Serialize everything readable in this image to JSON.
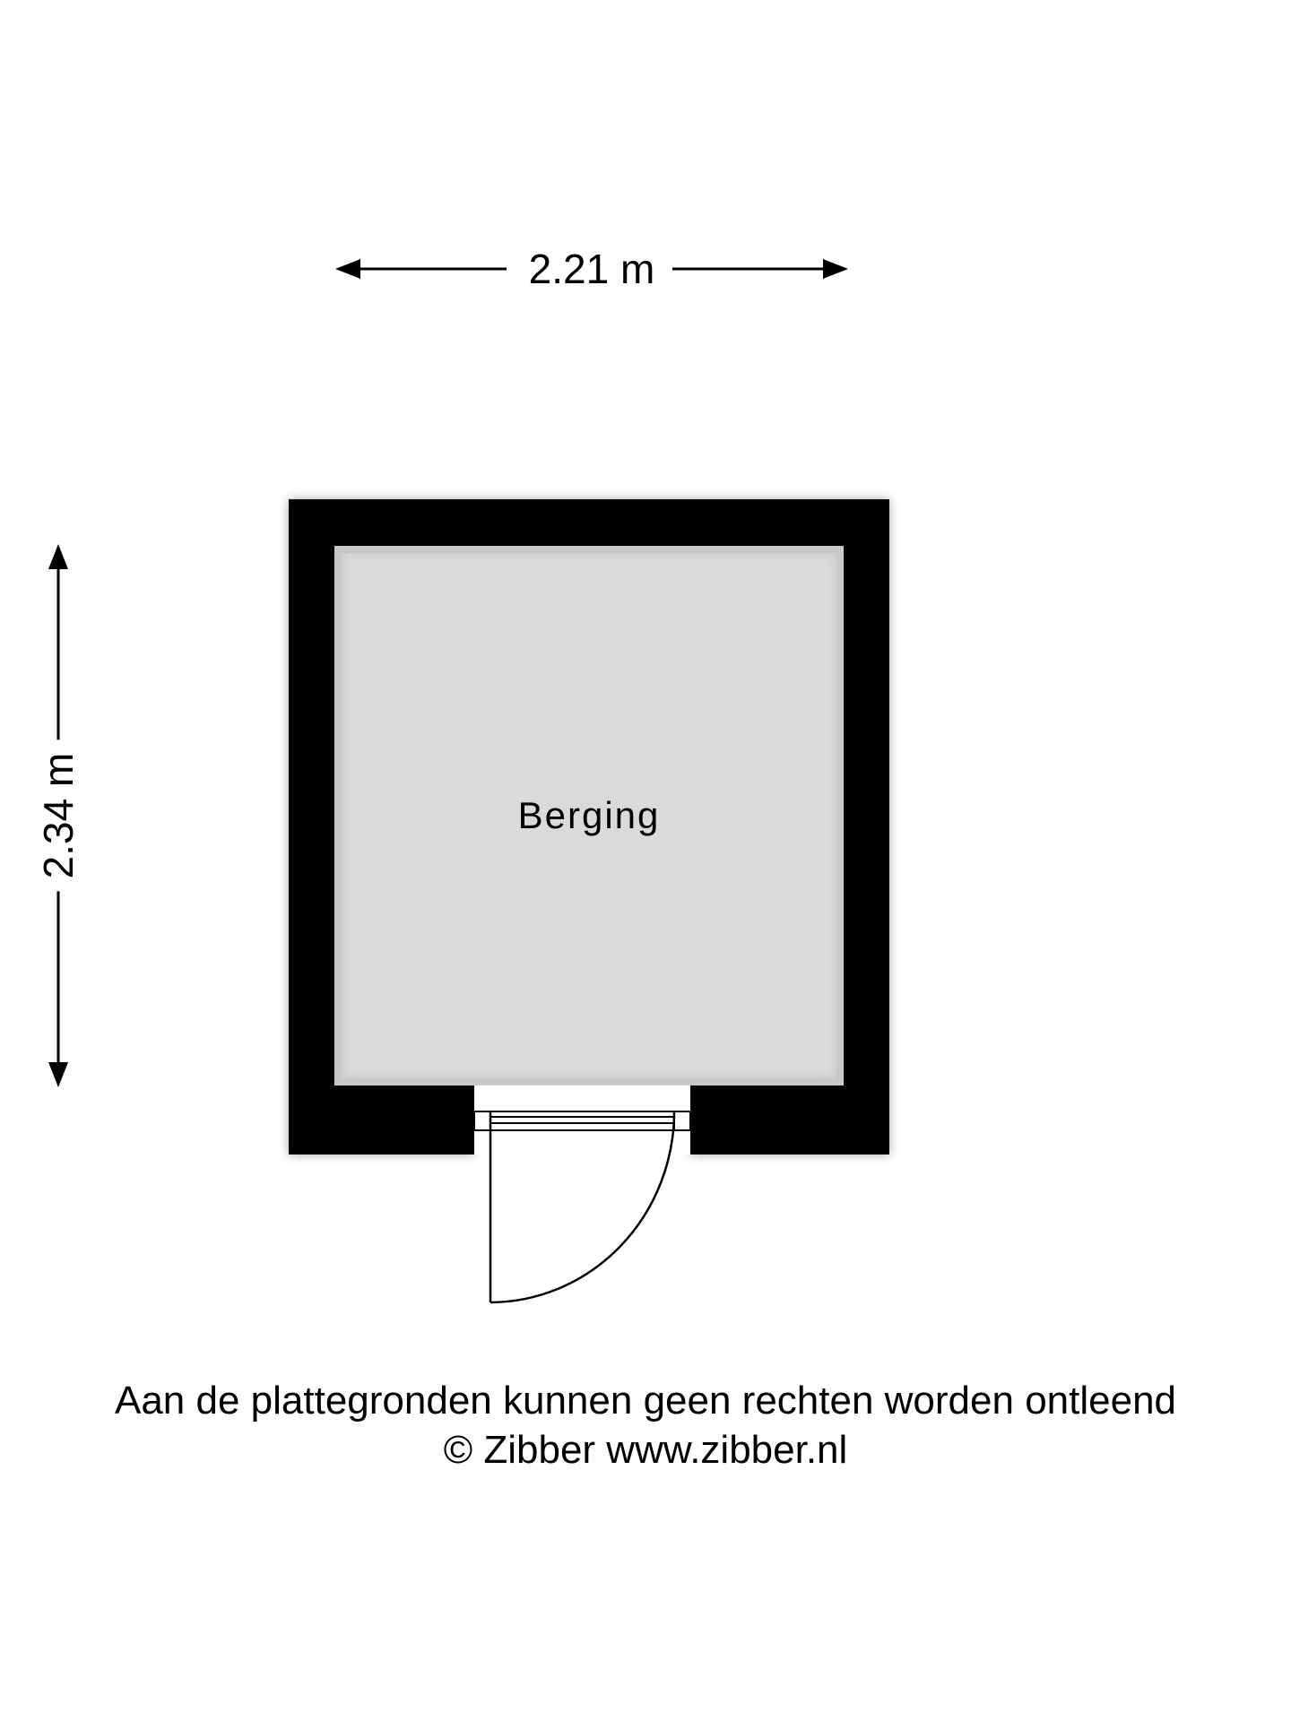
{
  "floorplan": {
    "dimensions": {
      "width_label": "2.21 m",
      "height_label": "2.34 m"
    },
    "rooms": [
      {
        "name": "Berging",
        "fill_color": "#dadada"
      }
    ],
    "wall_color": "#000000",
    "door": {
      "type": "single-swing",
      "position": "bottom-wall"
    }
  },
  "footer": {
    "disclaimer": "Aan de plattegronden kunnen geen rechten worden ontleend",
    "copyright": "© Zibber www.zibber.nl"
  }
}
